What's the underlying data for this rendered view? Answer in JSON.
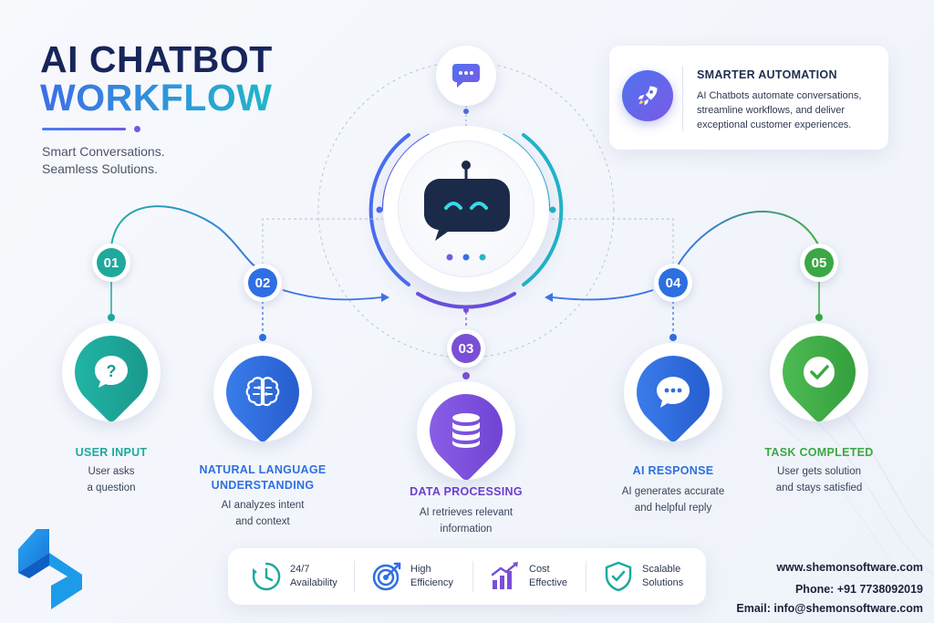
{
  "title": {
    "line1": "AI CHATBOT",
    "line2": "WORKFLOW"
  },
  "tagline": {
    "line1": "Smart Conversations.",
    "line2": "Seamless Solutions."
  },
  "automation": {
    "title": "SMARTER AUTOMATION",
    "line1": "AI Chatbots automate conversations,",
    "line2": "streamline workflows, and deliver",
    "line3": "exceptional customer experiences."
  },
  "steps": [
    {
      "number": "01",
      "title_line1": "USER INPUT",
      "title_line2": "",
      "desc_line1": "User asks",
      "desc_line2": "a question",
      "color": "#1fa99d",
      "icon": "question-bubble-icon"
    },
    {
      "number": "02",
      "title_line1": "NATURAL LANGUAGE",
      "title_line2": "UNDERSTANDING",
      "desc_line1": "AI analyzes intent",
      "desc_line2": "and context",
      "color": "#2f6fe3",
      "icon": "brain-icon"
    },
    {
      "number": "03",
      "title_line1": "DATA PROCESSING",
      "title_line2": "",
      "desc_line1": "AI retrieves relevant",
      "desc_line2": "information",
      "color": "#7a4fd6",
      "icon": "database-icon"
    },
    {
      "number": "04",
      "title_line1": "AI RESPONSE",
      "title_line2": "",
      "desc_line1": "AI generates accurate",
      "desc_line2": "and helpful reply",
      "color": "#2e6fe0",
      "icon": "chat-dots-icon"
    },
    {
      "number": "05",
      "title_line1": "TASK COMPLETED",
      "title_line2": "",
      "desc_line1": "User gets solution",
      "desc_line2": "and stays satisfied",
      "color": "#3aa844",
      "icon": "check-icon"
    }
  ],
  "features": [
    {
      "line1": "24/7",
      "line2": "Availability",
      "icon": "clock-icon"
    },
    {
      "line1": "High",
      "line2": "Efficiency",
      "icon": "target-icon"
    },
    {
      "line1": "Cost",
      "line2": "Effective",
      "icon": "chart-growth-icon"
    },
    {
      "line1": "Scalable",
      "line2": "Solutions",
      "icon": "shield-check-icon"
    }
  ],
  "contact": {
    "website": "www.shemonsoftware.com",
    "phone": "Phone: +91 7738092019",
    "email": "Email: info@shemonsoftware.com"
  }
}
